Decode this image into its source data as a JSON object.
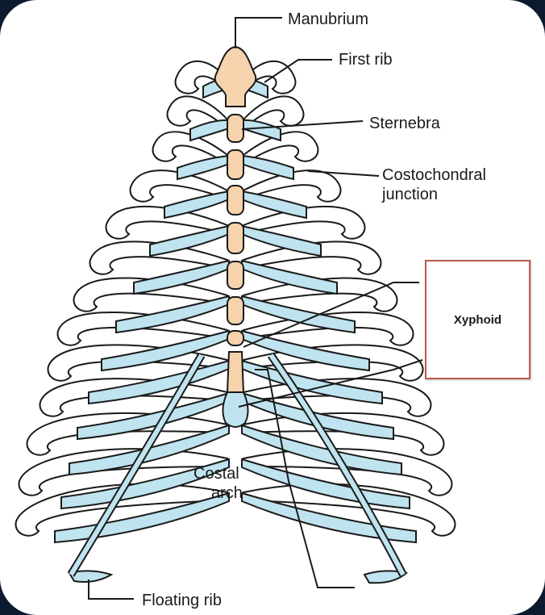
{
  "labels": {
    "manubrium": "Manubrium",
    "first_rib": "First rib",
    "sternebra": "Sternebra",
    "costochondral_line1": "Costochondral",
    "costochondral_line2": "junction",
    "xyphoid": "Xyphoid",
    "costal_line1": "Costal",
    "costal_line2": "arch",
    "floating_rib": "Floating rib"
  },
  "colors": {
    "cartilage": "#bfe3ef",
    "sternum": "#f6d3ad",
    "outline": "#1a1a1a",
    "callout_border": "#b85a4e"
  }
}
